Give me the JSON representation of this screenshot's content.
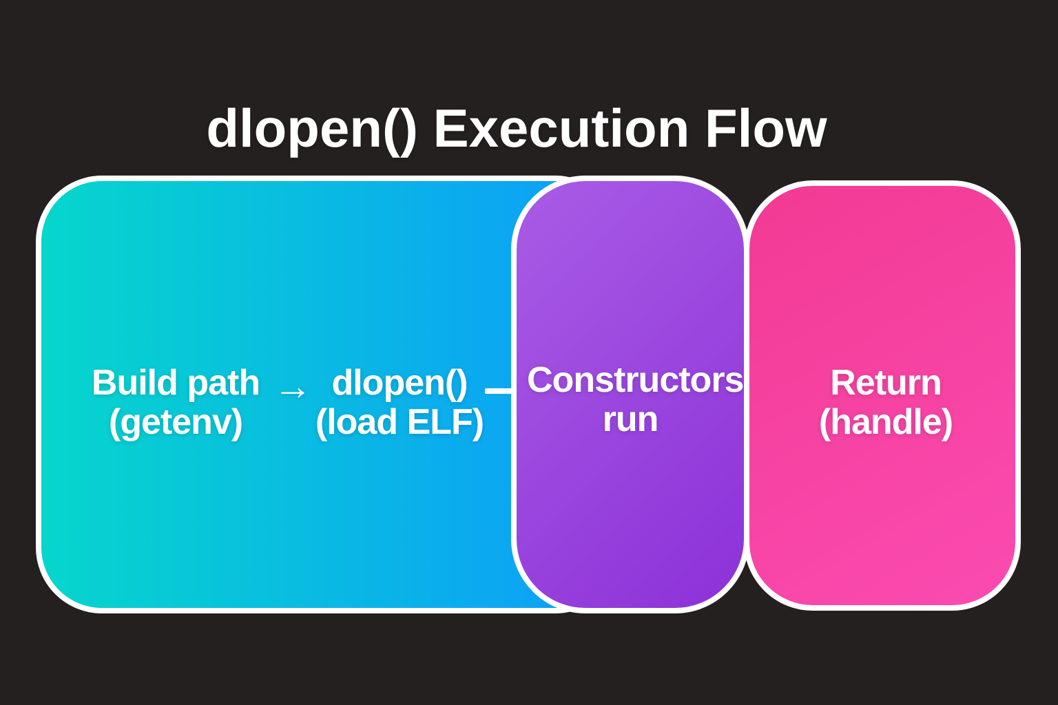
{
  "title": "dlopen() Execution Flow",
  "flow": {
    "stage_build_path": {
      "line1": "Build path",
      "line2": "(getenv)"
    },
    "arrow": "→",
    "stage_dlopen": {
      "line1": "dlopen()",
      "line2": "(load ELF)"
    },
    "stage_constructors": {
      "line1": "Constructors",
      "line2": "run"
    },
    "stage_return": {
      "line1": "Return",
      "line2": "(handle)"
    }
  },
  "colors": {
    "background": "#242020",
    "pipeline_gradient_start_teal": "#06d6cc",
    "pipeline_gradient_end_azure": "#0d9cfa",
    "constructors_gradient_start_purple": "#a95ce5",
    "constructors_gradient_end_purple": "#8c31d8",
    "return_gradient_start_pink": "#f23a93",
    "return_gradient_end_pink": "#fb4bb1",
    "border": "#ffffff",
    "text": "#ffffff"
  }
}
